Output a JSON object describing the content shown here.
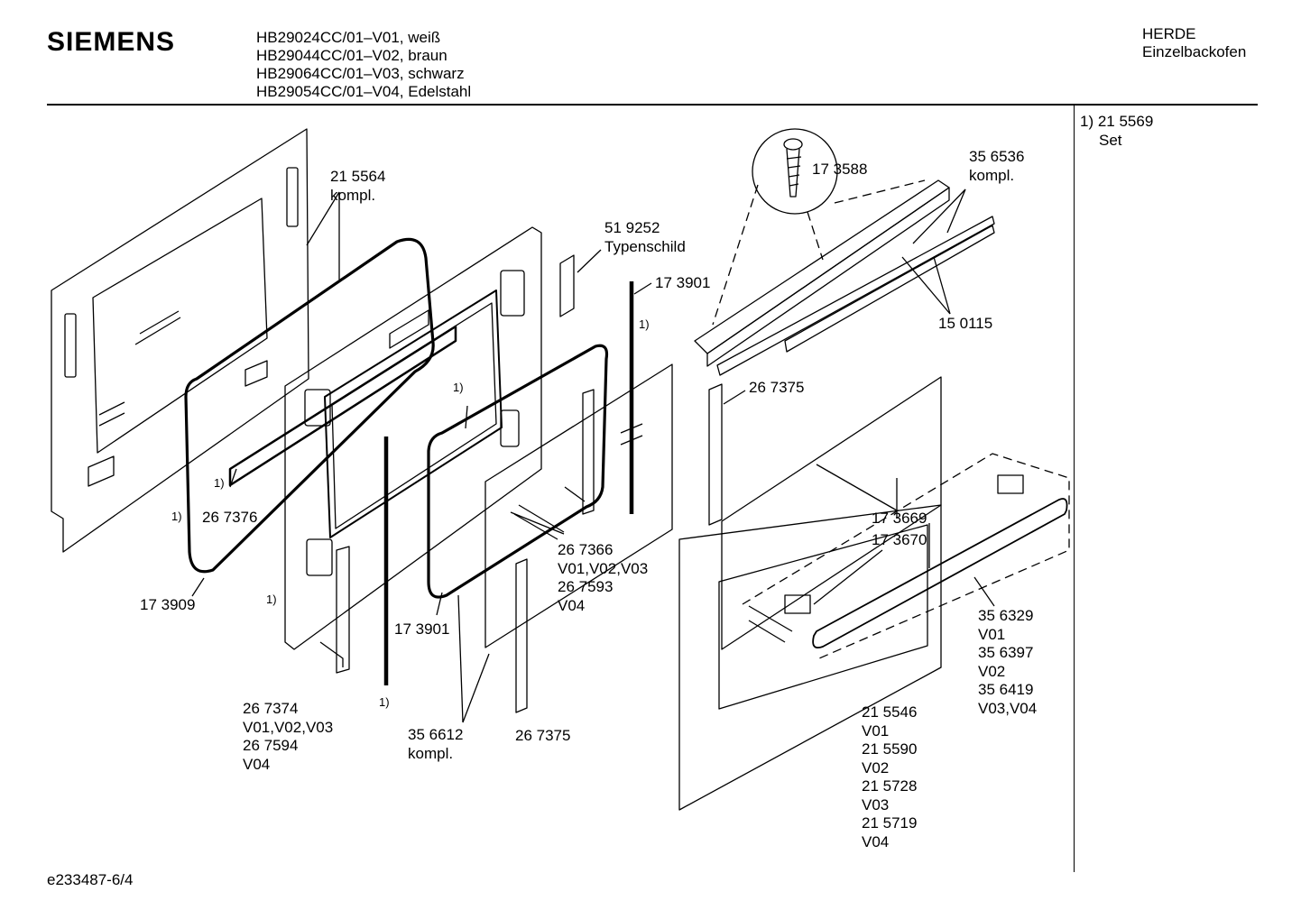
{
  "header": {
    "brand": "SIEMENS",
    "models": [
      "HB29024CC/01–V01, weiß",
      "HB29044CC/01–V02, braun",
      "HB29064CC/01–V03, schwarz",
      "HB29054CC/01–V04, Edelstahl"
    ],
    "category": "HERDE",
    "subcategory": "Einzelbackofen"
  },
  "side_note": {
    "line1": "1) 21 5569",
    "line2": "Set"
  },
  "footer": {
    "doc_id": "e233487-6/4"
  },
  "part_labels": [
    {
      "id": "p215564",
      "lines": [
        "21 5564",
        "kompl."
      ]
    },
    {
      "id": "p519252",
      "lines": [
        "51 9252",
        "Typenschild"
      ]
    },
    {
      "id": "p173901a",
      "lines": [
        "17 3901"
      ]
    },
    {
      "id": "p173588",
      "lines": [
        "17 3588"
      ]
    },
    {
      "id": "p356536",
      "lines": [
        "35 6536",
        "kompl."
      ]
    },
    {
      "id": "p150115",
      "lines": [
        "15 0115"
      ]
    },
    {
      "id": "p267375a",
      "lines": [
        "26 7375"
      ]
    },
    {
      "id": "p267376",
      "lines": [
        "26 7376"
      ]
    },
    {
      "id": "p173909",
      "lines": [
        "17 3909"
      ]
    },
    {
      "id": "p267366",
      "lines": [
        "26 7366",
        "V01,V02,V03",
        "26 7593",
        "V04"
      ]
    },
    {
      "id": "p173669",
      "lines": [
        "17 3669"
      ]
    },
    {
      "id": "p173670",
      "lines": [
        "17 3670"
      ]
    },
    {
      "id": "p356329",
      "lines": [
        "35 6329",
        "V01",
        "35 6397",
        "V02",
        "35 6419",
        "V03,V04"
      ]
    },
    {
      "id": "p173901b",
      "lines": [
        "17 3901"
      ]
    },
    {
      "id": "p267374",
      "lines": [
        "26 7374",
        "V01,V02,V03",
        "26 7594",
        "V04"
      ]
    },
    {
      "id": "p356612",
      "lines": [
        "35 6612",
        "kompl."
      ]
    },
    {
      "id": "p267375b",
      "lines": [
        "26 7375"
      ]
    },
    {
      "id": "p215546",
      "lines": [
        "21 5546",
        "V01",
        "21 5590",
        "V02",
        "21 5728",
        "V03",
        "21 5719",
        "V04"
      ]
    }
  ],
  "set_markers": [
    "1)",
    "1)",
    "1)",
    "1)",
    "1)",
    "1)"
  ]
}
